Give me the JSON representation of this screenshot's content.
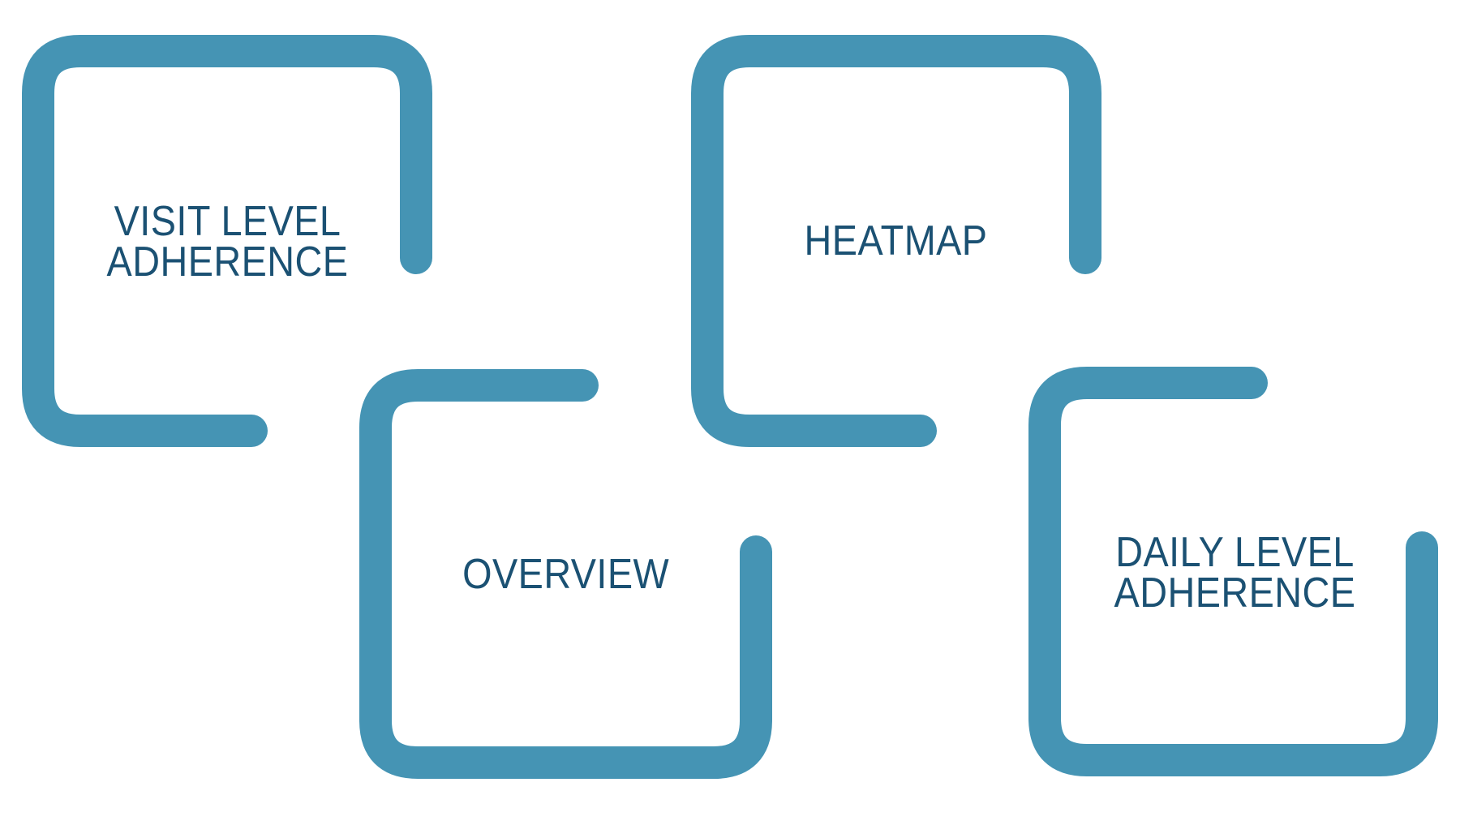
{
  "theme": {
    "background": "#ffffff",
    "accent": "#4594b4",
    "label_color": "#1b5173"
  },
  "tiles": [
    {
      "id": "visit-level-adherence",
      "label": "VISIT LEVEL\nADHERENCE"
    },
    {
      "id": "heatmap",
      "label": "HEATMAP"
    },
    {
      "id": "overview",
      "label": "OVERVIEW"
    },
    {
      "id": "daily-level-adherence",
      "label": "DAILY LEVEL\nADHERENCE"
    }
  ]
}
